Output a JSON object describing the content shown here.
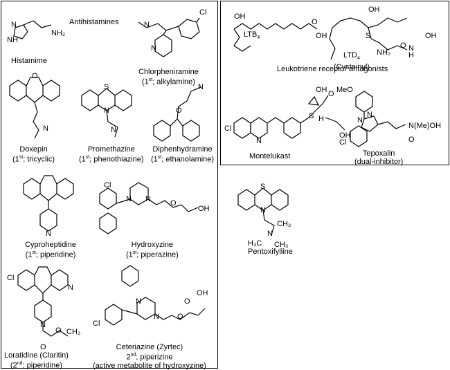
{
  "left_panel": {
    "histamine": {
      "name": "Histamime",
      "atoms": {
        "nh": "NH",
        "n": "N",
        "nh2": "NH₂"
      }
    },
    "heading": "Antihistamines",
    "chlorpheniramine": {
      "name": "Chlorpheniramine",
      "cls1": "1",
      "cls2": "st",
      "cls3": "; alkylamine)",
      "atoms": {
        "n": "N",
        "cl": "Cl",
        "npy": "N"
      }
    },
    "doxepin": {
      "name": "Doxepin",
      "cls1": "1",
      "cls2": "st",
      "cls3": "; tricyclic)",
      "atoms": {
        "o": "O",
        "n": "N"
      }
    },
    "promethazine": {
      "name": "Promethazine",
      "cls1": "1",
      "cls2": "st",
      "cls3": "; phenothiazine)",
      "atoms": {
        "s": "S",
        "n": "N",
        "n2": "N"
      }
    },
    "diphenhydramine": {
      "name": "Diphenhydramine",
      "cls1": "1",
      "cls2": "st",
      "cls3": "; ethanolamine)",
      "atoms": {
        "o": "O",
        "n": "N"
      }
    },
    "cyproheptidine": {
      "name": "Cyproheptidine",
      "cls1": "1",
      "cls2": "st",
      "cls3": "; piperidine)",
      "atoms": {
        "n": "N"
      }
    },
    "hydroxyzine": {
      "name": "Hydroxyzine",
      "cls1": "1",
      "cls2": "st",
      "cls3": "; piperazine)",
      "atoms": {
        "cl": "Cl",
        "n1": "N",
        "n2": "N",
        "o": "O",
        "oh": "OH"
      }
    },
    "loratidine": {
      "name": "Loratidine (Claritin)",
      "cls1": "2",
      "cls2": "nd",
      "cls3": "; piperidine)",
      "atoms": {
        "cl": "Cl",
        "n": "N",
        "npy": "N",
        "o1": "O",
        "o2": "O",
        "ch3": "CH₃"
      }
    },
    "ceteriazine": {
      "name": "Ceteriazine (Zyrtec)",
      "line2a": "2",
      "line2b": "nd",
      "line2c": "; piperizine",
      "line3": "(active metabolite of hydroxyzine)",
      "atoms": {
        "cl": "Cl",
        "n1": "N",
        "n2": "N",
        "o": "O",
        "oh": "OH",
        "o2": "O"
      }
    }
  },
  "right_panel": {
    "ltb4": {
      "label": "LTB",
      "sub": "4",
      "atoms": {
        "oh1": "OH",
        "oh2": "OH",
        "o": "O"
      }
    },
    "ltd4": {
      "label": "LTD",
      "sub": "4",
      "extra": "(Cysteinyl)",
      "atoms": {
        "oh": "OH",
        "s": "S",
        "o": "O",
        "nh2": "NH₂",
        "nh": "N",
        "h": "H",
        "ooh": "OH"
      }
    },
    "heading": "Leukotriene receptor antagonists",
    "montelukast": {
      "name": "Montelukast",
      "atoms": {
        "cl": "Cl",
        "n": "N",
        "s": "S",
        "h": "H",
        "oh": "OH",
        "o": "O",
        "ho": "OH"
      }
    },
    "tepoxalin": {
      "name": "Tepoxalin",
      "extra": "(dual-inhibitor)",
      "atoms": {
        "meo": "MeO",
        "n1": "N",
        "n2": "N",
        "cl": "Cl",
        "o": "O",
        "nme": "N(Me)OH"
      }
    }
  },
  "pentoxifylline": {
    "name": "Pentoxifylline",
    "atoms": {
      "s": "S",
      "n": "N",
      "n2": "N",
      "ch3a": "CH₃",
      "h3c": "H₃C",
      "ch3b": "CH₃"
    }
  }
}
